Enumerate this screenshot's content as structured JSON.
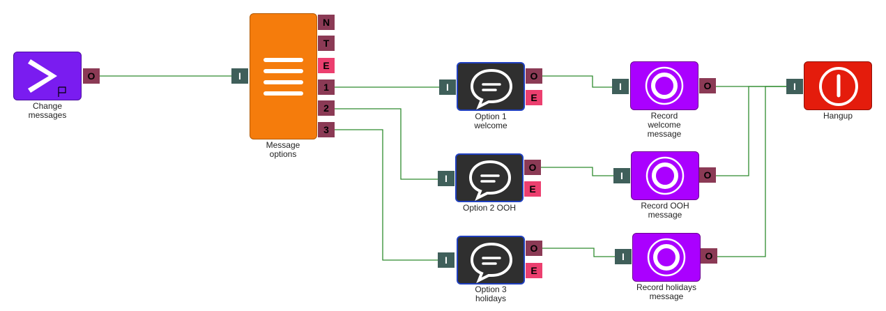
{
  "nodes": {
    "change_messages": {
      "label": "Change\nmessages",
      "out": "O"
    },
    "message_options": {
      "label": "Message\noptions",
      "in": "I",
      "ports": [
        "N",
        "T",
        "E",
        "1",
        "2",
        "3"
      ]
    },
    "option1": {
      "label": "Option 1\nwelcome",
      "in": "I",
      "out": "O",
      "err": "E"
    },
    "option2": {
      "label": "Option 2 OOH",
      "in": "I",
      "out": "O",
      "err": "E"
    },
    "option3": {
      "label": "Option 3\nholidays",
      "in": "I",
      "out": "O",
      "err": "E"
    },
    "record_welcome": {
      "label": "Record\nwelcome\nmessage",
      "in": "I",
      "out": "O"
    },
    "record_ooh": {
      "label": "Record OOH\nmessage",
      "in": "I",
      "out": "O"
    },
    "record_holidays": {
      "label": "Record holidays\nmessage",
      "in": "I",
      "out": "O"
    },
    "hangup": {
      "label": "Hangup",
      "in": "I"
    }
  },
  "colors": {
    "wire": "#2e8b2e",
    "input_port": "#3f5f5a",
    "output_port": "#8b3a55",
    "error_port": "#ec3f6f"
  },
  "icons": {
    "change_messages": "chevron-flag-icon",
    "message_options": "menu-icon",
    "option": "speech-bubble-icon",
    "record": "record-icon",
    "hangup": "power-icon"
  }
}
